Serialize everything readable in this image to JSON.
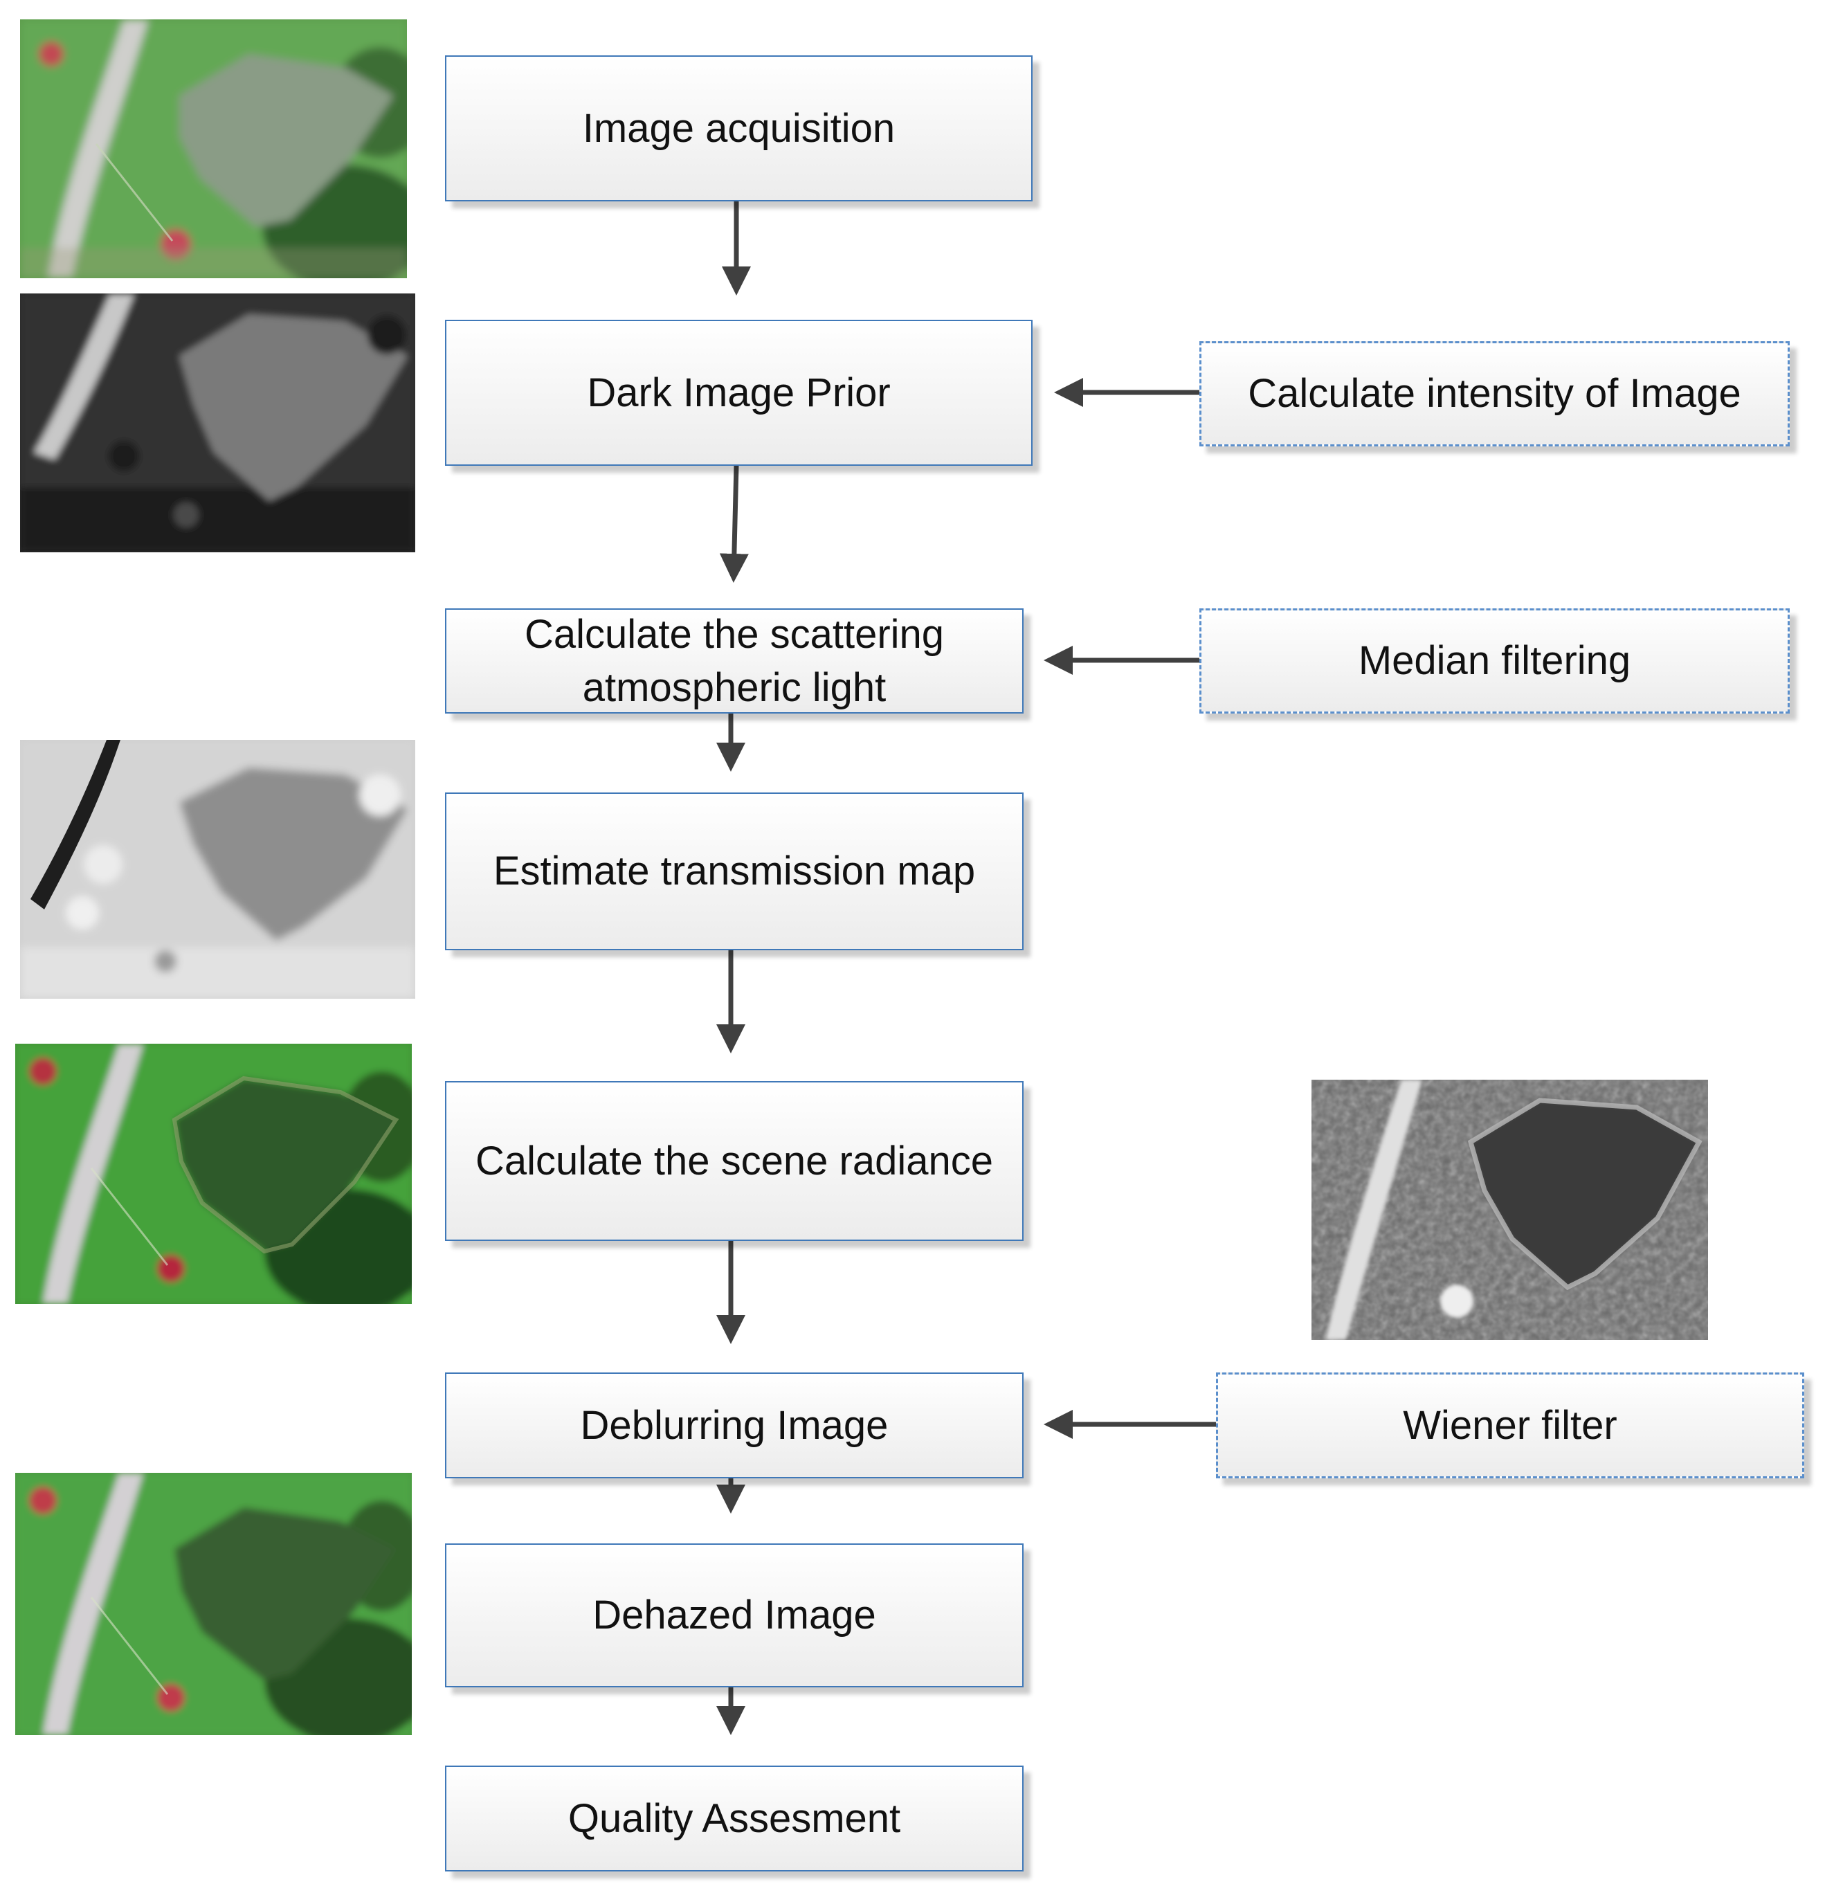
{
  "colors": {
    "box_border": "#3f78b8",
    "dashed_border": "#5b8fcc",
    "arrow": "#404040"
  },
  "steps": {
    "acquisition": "Image acquisition",
    "dark_prior": "Dark Image Prior",
    "scattering": "Calculate the scattering atmospheric light",
    "transmission": "Estimate transmission map",
    "radiance": "Calculate the scene radiance",
    "deblurring": "Deblurring Image",
    "dehazed": "Dehazed Image",
    "quality": "Quality Assesment"
  },
  "side_inputs": {
    "intensity": "Calculate intensity of Image",
    "median": "Median filtering",
    "wiener": "Wiener filter"
  },
  "images": {
    "input_photo": "hazy-color-aerial-image",
    "dark_channel": "dark-channel-grayscale-image",
    "transmission_map": "transmission-map-grayscale-image",
    "radiance_photo": "scene-radiance-color-image",
    "wiener_result": "wiener-filter-grayscale-image",
    "dehazed_photo": "dehazed-color-image"
  }
}
